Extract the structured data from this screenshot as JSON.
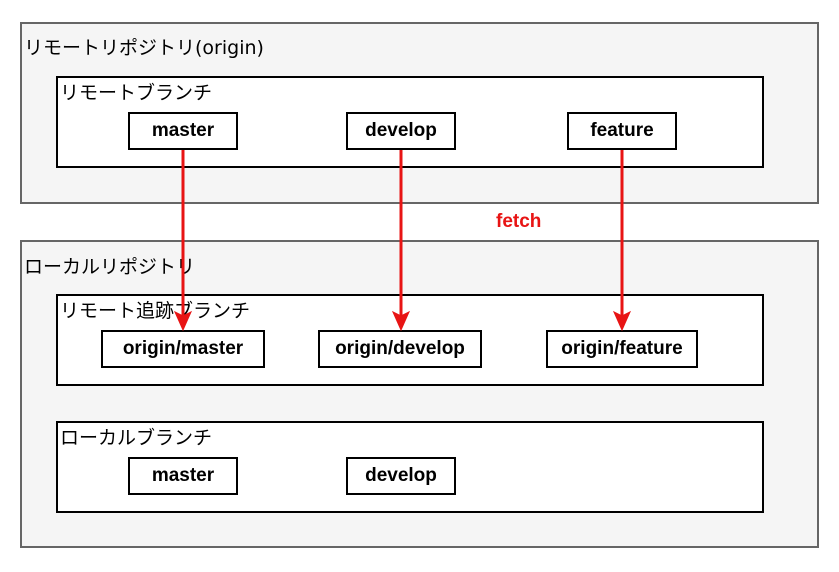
{
  "remote_repo": {
    "title": "リモートリポジトリ(origin)",
    "remote_branches": {
      "title": "リモートブランチ",
      "branches": [
        "master",
        "develop",
        "feature"
      ]
    }
  },
  "fetch_label": "fetch",
  "local_repo": {
    "title": "ローカルリポジトリ",
    "tracking_branches": {
      "title": "リモート追跡ブランチ",
      "branches": [
        "origin/master",
        "origin/develop",
        "origin/feature"
      ]
    },
    "local_branches": {
      "title": "ローカルブランチ",
      "branches": [
        "master",
        "develop"
      ]
    }
  },
  "colors": {
    "arrow": "#e81414",
    "fetch_text": "#e81414",
    "repo_fill": "#f5f5f5",
    "repo_border": "#666666"
  }
}
